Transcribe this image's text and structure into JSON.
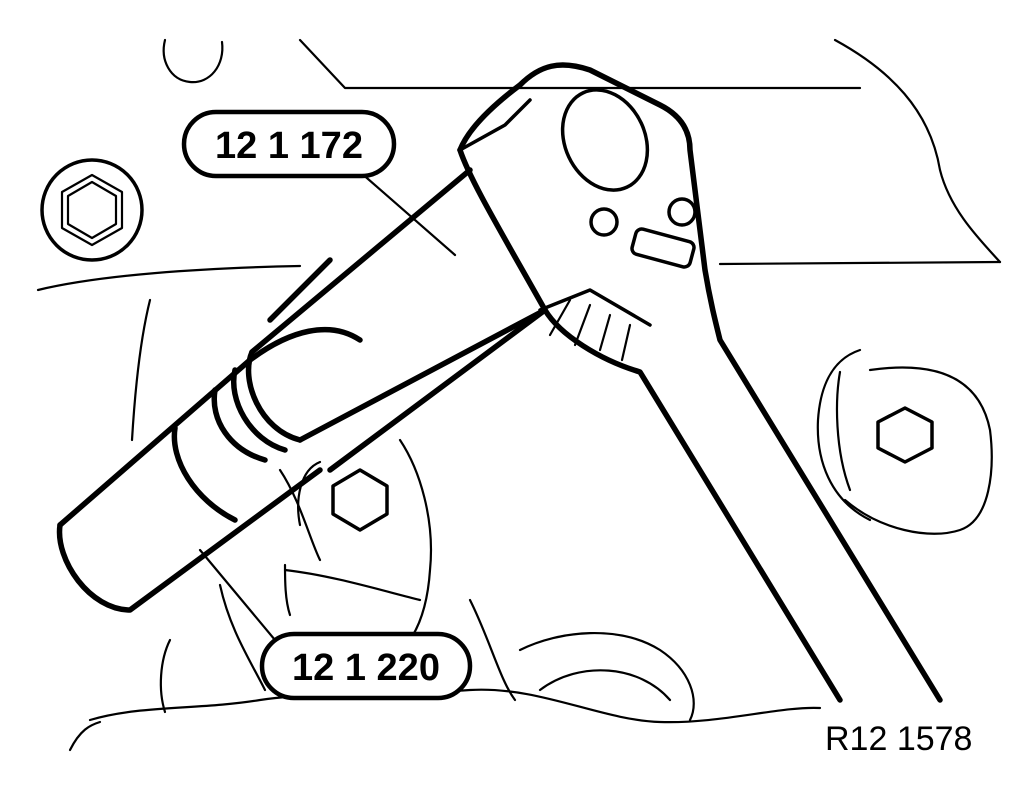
{
  "diagram": {
    "callouts": [
      {
        "id": "callout-top",
        "label": "12 1 172"
      },
      {
        "id": "callout-bottom",
        "label": "12 1 220"
      }
    ],
    "reference_code": "R12 1578"
  }
}
